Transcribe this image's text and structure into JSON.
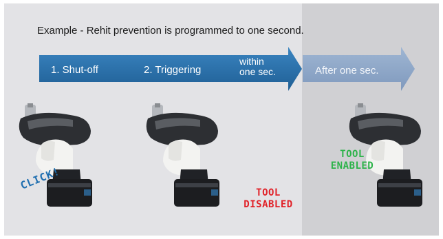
{
  "caption": "Example - Rehit prevention is programmed to one second.",
  "timeline": {
    "steps": [
      "1. Shut-off",
      "2. Triggering"
    ],
    "within_line1": "within",
    "within_line2": "one sec.",
    "after": "After one sec."
  },
  "labels": {
    "click": "CLICK!",
    "disabled_line1": "TOOL",
    "disabled_line2": "DISABLED",
    "enabled_line1": "TOOL",
    "enabled_line2": "ENABLED"
  },
  "colors": {
    "arrow_main": "#2a6fa8",
    "arrow_after": "#8fa8c8",
    "click": "#1f6fb0",
    "disabled": "#e12128",
    "enabled": "#2db34a"
  },
  "icons": [
    "cordless-screwdriver-icon",
    "cordless-screwdriver-icon",
    "cordless-screwdriver-icon"
  ]
}
